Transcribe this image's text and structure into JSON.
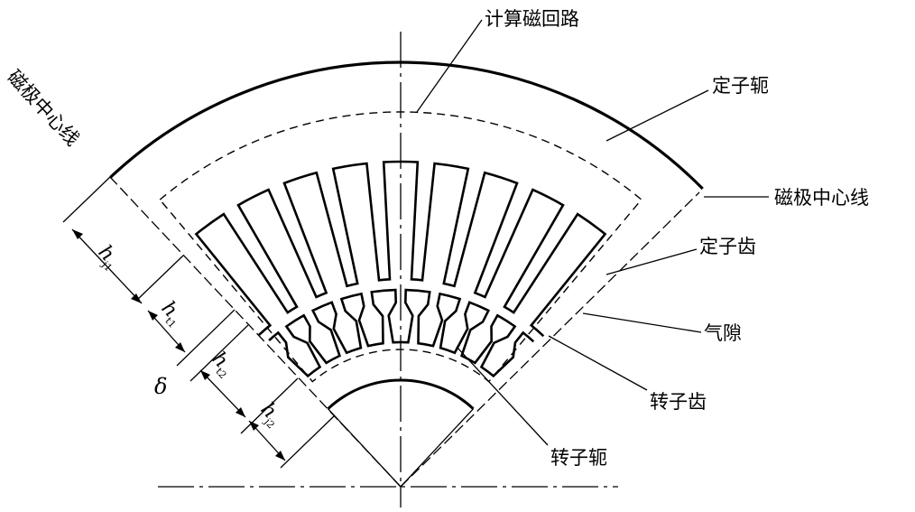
{
  "labels": {
    "calc_path": "计算磁回路",
    "stator_yoke": "定子轭",
    "pole_center_left": "磁极中心线",
    "pole_center_right": "磁极中心线",
    "stator_tooth": "定子齿",
    "air_gap": "气隙",
    "rotor_tooth": "转子齿",
    "rotor_yoke": "转子轭"
  },
  "dims": {
    "h": "h",
    "sub_j1": "j1",
    "sub_t1": "t1",
    "sub_t2": "t2",
    "sub_j2": "j2",
    "delta": "δ"
  },
  "colors": {
    "line": "#000000",
    "background": "#ffffff"
  }
}
